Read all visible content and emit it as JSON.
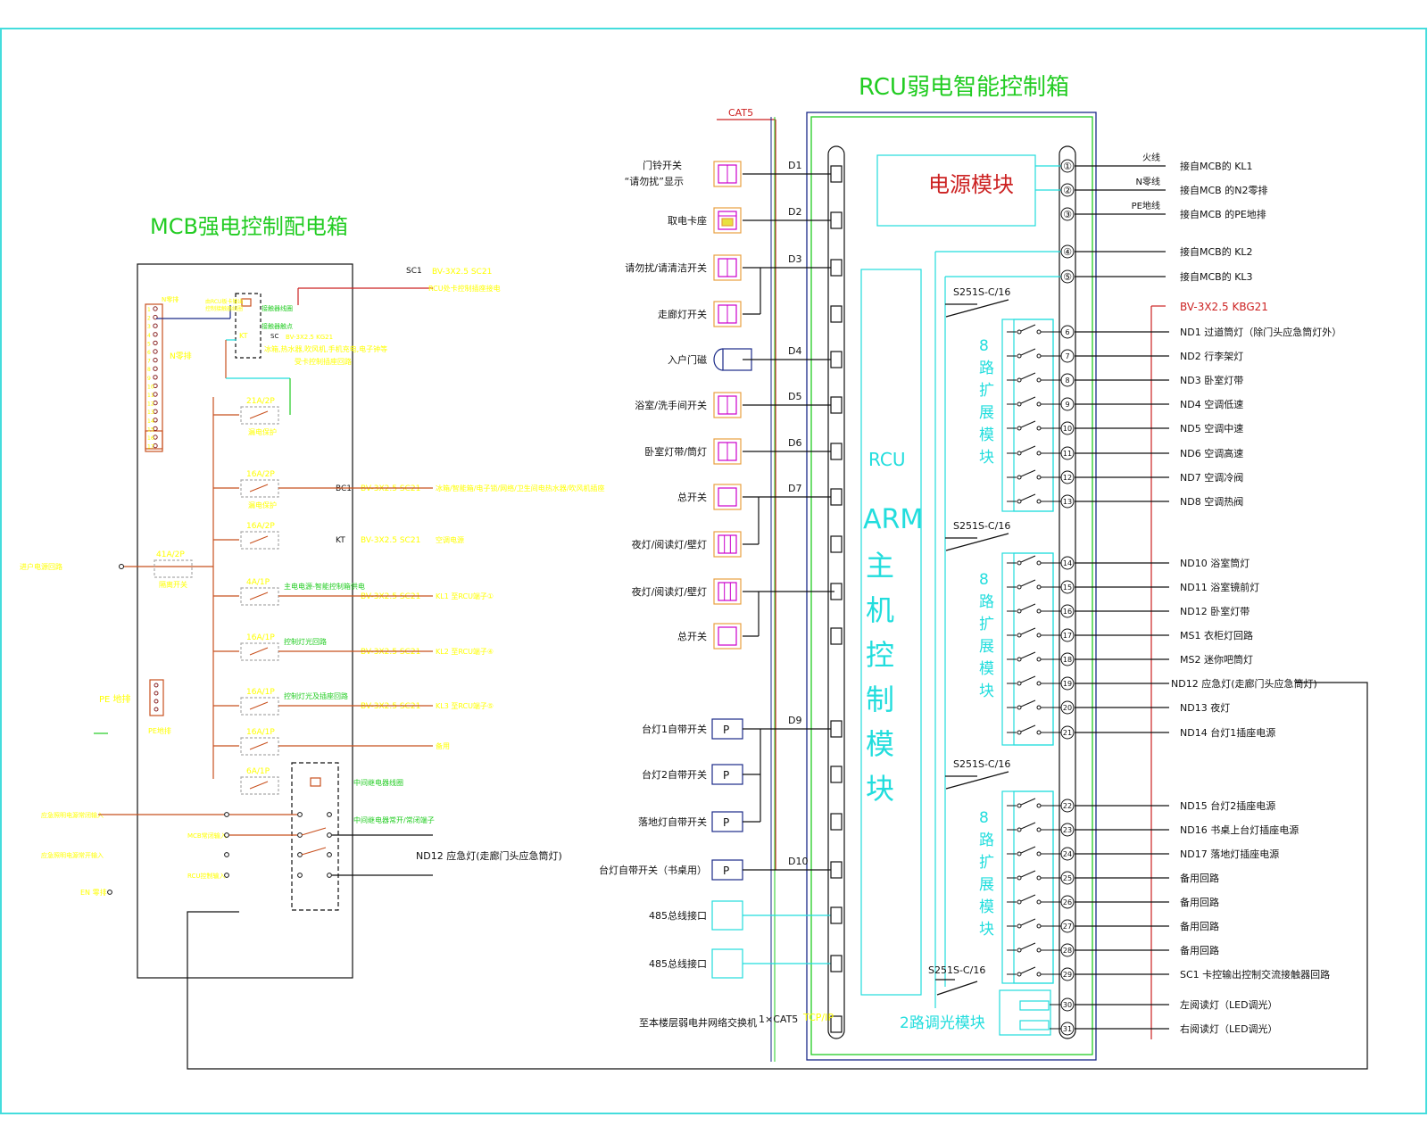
{
  "colors": {
    "frame": "#44dddd",
    "cyan": "#22dddd",
    "green": "#22cc22",
    "blue": "#1a2a88",
    "red": "#cc2222",
    "orange": "#c8501e",
    "yellow": "#ffff00",
    "magenta": "#cc00cc",
    "black": "#111111"
  },
  "mcb": {
    "title": "MCB强电控制配电箱",
    "top_tag": "SC1",
    "top_cable": "BV-3X2.5 SC21",
    "top_note": "RCU处卡控制插座接电",
    "n_bar_label": "N零排",
    "n_bar_top_label": "N零排",
    "card_note_1": "由RCU板卡输出",
    "card_note_2": "控制接触器线圈",
    "kt_label": "KT",
    "contact_label_1": "接触器线圈",
    "contact_label_2": "接触器触点",
    "kt_cable_tag": "SC",
    "kt_cable": "BV-3X2.5 KG21",
    "kt_note_1": "冰箱,热水器,吹风机,手机充电,电子钟等",
    "kt_note_2": "受卡控制插座回路",
    "main_in_label": "进户电源回路",
    "main_breaker": {
      "rating": "41A/2P",
      "note": "隔离开关"
    },
    "pe_label": "PE 地排",
    "pe_bar_label": "PE地排",
    "branches": [
      {
        "rating": "21A/2P",
        "sub": "漏电保护",
        "tag": "",
        "cable": "",
        "note": "",
        "side": ""
      },
      {
        "rating": "16A/2P",
        "sub": "漏电保护",
        "tag": "BC1",
        "cable": "BV-3X2.5 SC21",
        "note": "冰箱/智能箱/电子锁/网络/卫生间电热水器/吹风机插座",
        "side": ""
      },
      {
        "rating": "16A/2P",
        "sub": "",
        "tag": "KT",
        "cable": "BV-3X2.5 SC21",
        "note": "空调电源",
        "side": ""
      },
      {
        "rating": "4A/1P",
        "sub": "",
        "tag": "",
        "cable": "BV-3X2.5 SC21",
        "note": "KL1 至RCU端子①",
        "side": "主电电源-智能控制箱供电"
      },
      {
        "rating": "16A/1P",
        "sub": "",
        "tag": "",
        "cable": "BV-3X2.5 SC21",
        "note": "KL2 至RCU端子④",
        "side": "控制灯光回路"
      },
      {
        "rating": "16A/1P",
        "sub": "",
        "tag": "",
        "cable": "BV-3X2.5 SC21",
        "note": "KL3 至RCU端子⑤",
        "side": "控制灯光及插座回路"
      },
      {
        "rating": "16A/1P",
        "sub": "",
        "tag": "",
        "cable": "",
        "note": "备用",
        "side": ""
      },
      {
        "rating": "6A/1P",
        "sub": "",
        "tag": "",
        "cable": "",
        "note": "",
        "side": ""
      }
    ],
    "relay_coil_label": "中间继电器线圈",
    "relay_contact_label": "中间继电器常开/常闭端子",
    "relay_inputs": [
      "应急照明电源常闭输入",
      "MCB常闭输入",
      "应急照明电源常开输入",
      "RCU控制输入"
    ],
    "en_label": "EN 零排",
    "emergency_output": "ND12 应急灯(走廊门头应急筒灯)"
  },
  "rcu": {
    "title": "RCU弱电智能控制箱",
    "cat5_label": "CAT5",
    "power_module": "电源模块",
    "main_module_top": "RCU",
    "main_module_arm": "ARM",
    "main_module_chars": [
      "主",
      "机",
      "控",
      "制",
      "模",
      "块"
    ],
    "ext_module_chars": [
      "8",
      "路",
      "扩",
      "展",
      "模",
      "块"
    ],
    "breaker_label": "S251S-C/16",
    "dimmer_module": "2路调光模块",
    "bottom_label": "至本楼层弱电井网络交换机",
    "bottom_cable": "1×CAT5",
    "bottom_proto": "TCP/IP",
    "inputs": [
      {
        "label": "门铃开关",
        "label2": "“请勿扰”显示",
        "d": "D1",
        "type": "switch2"
      },
      {
        "label": "取电卡座",
        "label2": "",
        "d": "D2",
        "type": "card"
      },
      {
        "label": "请勿扰/请清洁开关",
        "label2": "",
        "d": "D3",
        "type": "switch2"
      },
      {
        "label": "走廊灯开关",
        "label2": "",
        "d": "",
        "type": "switch2"
      },
      {
        "label": "入户门磁",
        "label2": "",
        "d": "D4",
        "type": "door"
      },
      {
        "label": "浴室/洗手间开关",
        "label2": "",
        "d": "D5",
        "type": "switch2"
      },
      {
        "label": "卧室灯带/筒灯",
        "label2": "",
        "d": "D6",
        "type": "switch2"
      },
      {
        "label": "总开关",
        "label2": "",
        "d": "D7",
        "type": "switch1"
      },
      {
        "label": "夜灯/阅读灯/壁灯",
        "label2": "",
        "d": "",
        "type": "switch3"
      },
      {
        "label": "夜灯/阅读灯/壁灯",
        "label2": "",
        "d": "",
        "type": "switch3"
      },
      {
        "label": "总开关",
        "label2": "",
        "d": "",
        "type": "switch1"
      },
      {
        "label": "台灯1自带开关",
        "label2": "",
        "d": "D9",
        "type": "p"
      },
      {
        "label": "台灯2自带开关",
        "label2": "",
        "d": "",
        "type": "p"
      },
      {
        "label": "落地灯自带开关",
        "label2": "",
        "d": "",
        "type": "p"
      },
      {
        "label": "台灯自带开关（书桌用）",
        "label2": "",
        "d": "D10",
        "type": "p"
      },
      {
        "label": "485总线接口",
        "label2": "",
        "d": "",
        "type": "bus"
      },
      {
        "label": "485总线接口",
        "label2": "",
        "d": "",
        "type": "bus"
      }
    ],
    "power_terminals": [
      {
        "num": "①",
        "wire": "火线",
        "desc": "接自MCB的 KL1"
      },
      {
        "num": "②",
        "wire": "N零线",
        "desc": "接自MCB 的N2零排"
      },
      {
        "num": "③",
        "wire": "PE地线",
        "desc": "接自MCB 的PE地排"
      },
      {
        "num": "④",
        "wire": "",
        "desc": "接自MCB的 KL2"
      },
      {
        "num": "⑤",
        "wire": "",
        "desc": "接自MCB的 KL3"
      }
    ],
    "output_cable": "BV-3X2.5 KBG21",
    "outputs": [
      {
        "num": "6",
        "desc": "ND1 过道筒灯（除门头应急筒灯外）"
      },
      {
        "num": "7",
        "desc": "ND2 行李架灯"
      },
      {
        "num": "8",
        "desc": "ND3 卧室灯带"
      },
      {
        "num": "9",
        "desc": "ND4 空调低速"
      },
      {
        "num": "10",
        "desc": "ND5 空调中速"
      },
      {
        "num": "11",
        "desc": "ND6 空调高速"
      },
      {
        "num": "12",
        "desc": "ND7 空调冷阀"
      },
      {
        "num": "13",
        "desc": "ND8 空调热阀"
      },
      {
        "num": "14",
        "desc": "ND10 浴室筒灯"
      },
      {
        "num": "15",
        "desc": "ND11 浴室镜前灯"
      },
      {
        "num": "16",
        "desc": "ND12 卧室灯带"
      },
      {
        "num": "17",
        "desc": "MS1 衣柜灯回路"
      },
      {
        "num": "18",
        "desc": "MS2 迷你吧筒灯"
      },
      {
        "num": "19",
        "desc": "ND12 应急灯(走廊门头应急筒灯)"
      },
      {
        "num": "20",
        "desc": "ND13 夜灯"
      },
      {
        "num": "21",
        "desc": "ND14 台灯1插座电源"
      },
      {
        "num": "22",
        "desc": "ND15 台灯2插座电源"
      },
      {
        "num": "23",
        "desc": "ND16 书桌上台灯插座电源"
      },
      {
        "num": "24",
        "desc": "ND17 落地灯插座电源"
      },
      {
        "num": "25",
        "desc": "备用回路"
      },
      {
        "num": "26",
        "desc": "备用回路"
      },
      {
        "num": "27",
        "desc": "备用回路"
      },
      {
        "num": "28",
        "desc": "备用回路"
      },
      {
        "num": "29",
        "desc": "SC1 卡控输出控制交流接触器回路"
      },
      {
        "num": "30",
        "desc": "左阅读灯（LED调光）"
      },
      {
        "num": "31",
        "desc": "右阅读灯（LED调光）"
      }
    ]
  }
}
